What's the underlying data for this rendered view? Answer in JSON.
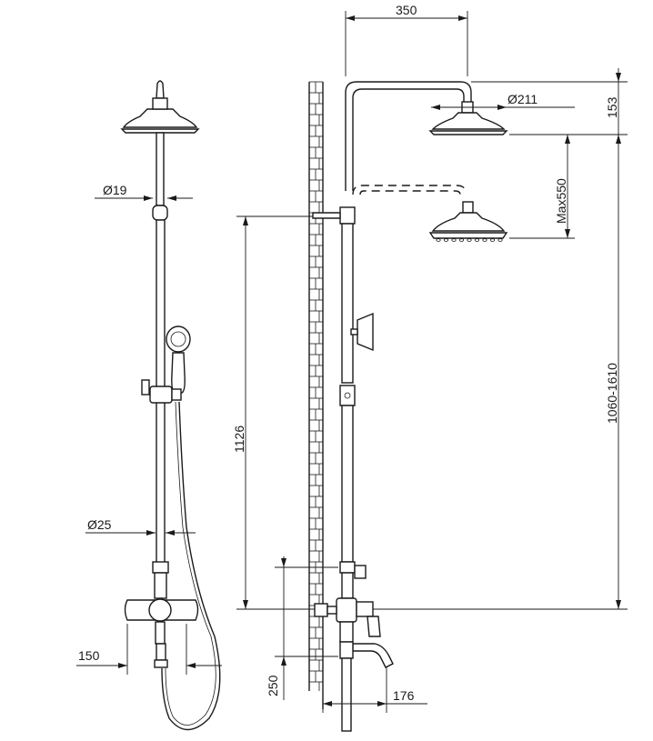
{
  "front_view": {
    "pipe_diameter_top": "Ø19",
    "pipe_diameter_bottom": "Ø25",
    "mixer_width": "150"
  },
  "side_view": {
    "arm_projection": "350",
    "head_diameter": "Ø211",
    "head_drop": "153",
    "slide_range": "Max550",
    "outlet_to_bracket": "1126",
    "total_height": "1060-1610",
    "outlet_to_bottom": "250",
    "spout_projection": "176"
  }
}
